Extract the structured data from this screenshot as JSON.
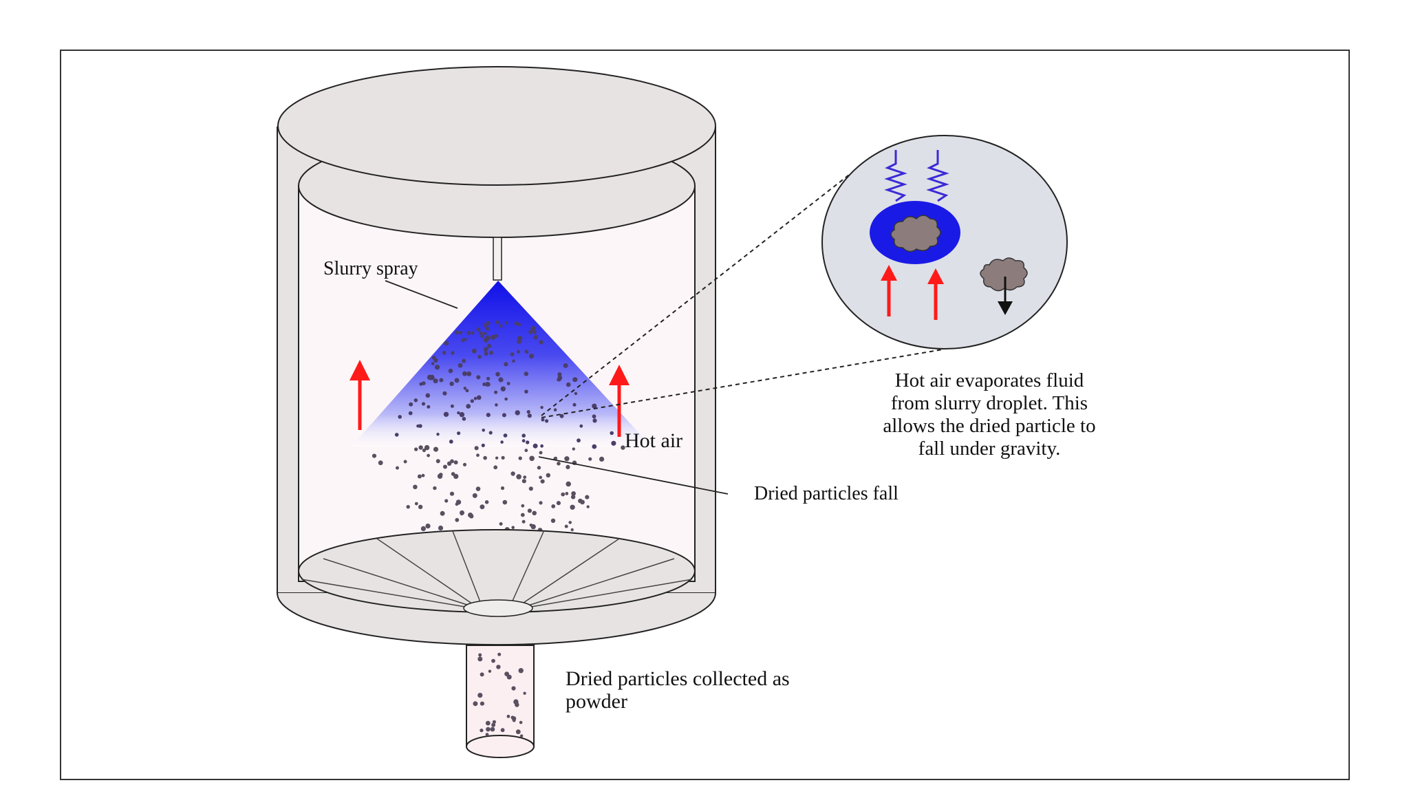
{
  "labels": {
    "slurry_spray": "Slurry spray",
    "hot_air": "Hot air",
    "dried_particles_fall": "Dried particles fall",
    "collected_line1": "Dried particles collected as",
    "collected_line2": "powder"
  },
  "note": {
    "line1": "Hot air evaporates fluid",
    "line2": "from slurry droplet. This",
    "line3": "allows the dried particle to",
    "line4": "fall under gravity."
  },
  "colors": {
    "chamber_fill": "#e8e3e3",
    "chamber_interior": "#fdf6f8",
    "spray_blue": "#1e1ef0",
    "hot_air_arrow": "#ff1a1a",
    "droplet_blue": "#1a1ae6",
    "particle_brown": "#8c7c7c",
    "frame": "#333333"
  }
}
